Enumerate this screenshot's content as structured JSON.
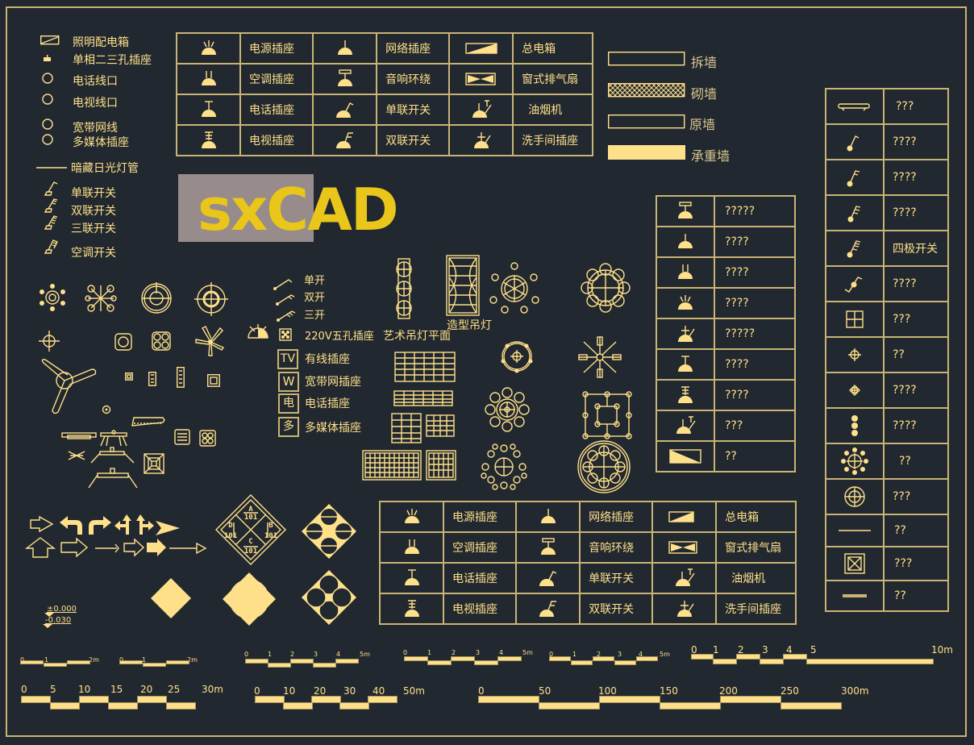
{
  "logo": {
    "text": "sxCAD",
    "color": "#eac51a",
    "highlight_color": "#978b8b"
  },
  "colors": {
    "background": "#212830",
    "line": "#ffe08a",
    "border": "#c9b474"
  },
  "left_legend": [
    {
      "icon": "distribution-box-icon",
      "label": "照明配电箱"
    },
    {
      "icon": "single-phase-socket-icon",
      "label": "单相二三孔插座"
    },
    {
      "icon": "circle-icon",
      "label": "电话线口"
    },
    {
      "icon": "circle-icon",
      "label": "电视线口"
    },
    {
      "icon": "circle-icon",
      "label": "宽带网线"
    },
    {
      "icon": "circle-icon",
      "label": "多媒体插座"
    },
    {
      "icon": "line-icon",
      "label": "暗藏日光灯管"
    },
    {
      "icon": "switch-single-icon",
      "label": "单联开关"
    },
    {
      "icon": "switch-double-icon",
      "label": "双联开关"
    },
    {
      "icon": "switch-triple-icon",
      "label": "三联开关"
    },
    {
      "icon": "switch-ac-icon",
      "label": "空调开关"
    }
  ],
  "top_table": {
    "rows": [
      [
        {
          "icon": "power-socket-icon",
          "label": "电源插座"
        },
        {
          "icon": "network-socket-icon",
          "label": "网络插座"
        },
        {
          "icon": "main-box-icon",
          "label": "总电箱"
        }
      ],
      [
        {
          "icon": "ac-socket-icon",
          "label": "空调插座"
        },
        {
          "icon": "speaker-icon",
          "label": "音响环绕"
        },
        {
          "icon": "exhaust-fan-icon",
          "label": "窗式排气扇"
        }
      ],
      [
        {
          "icon": "phone-socket-icon",
          "label": "电话插座"
        },
        {
          "icon": "single-switch-icon",
          "label": "单联开关"
        },
        {
          "icon": "range-hood-icon",
          "label": "油烟机"
        }
      ],
      [
        {
          "icon": "tv-socket-icon",
          "label": "电视插座"
        },
        {
          "icon": "double-switch-icon",
          "label": "双联开关"
        },
        {
          "icon": "bathroom-socket-icon",
          "label": "洗手间插座"
        }
      ]
    ]
  },
  "bottom_table": {
    "rows": [
      [
        {
          "icon": "power-socket-icon",
          "label": "电源插座"
        },
        {
          "icon": "network-socket-icon",
          "label": "网络插座"
        },
        {
          "icon": "main-box-icon",
          "label": "总电箱"
        }
      ],
      [
        {
          "icon": "ac-socket-icon",
          "label": "空调插座"
        },
        {
          "icon": "speaker-icon",
          "label": "音响环绕"
        },
        {
          "icon": "exhaust-fan-icon",
          "label": "窗式排气扇"
        }
      ],
      [
        {
          "icon": "phone-socket-icon",
          "label": "电话插座"
        },
        {
          "icon": "single-switch-icon",
          "label": "单联开关"
        },
        {
          "icon": "range-hood-icon",
          "label": "油烟机"
        }
      ],
      [
        {
          "icon": "tv-socket-icon",
          "label": "电视插座"
        },
        {
          "icon": "double-switch-icon",
          "label": "双联开关"
        },
        {
          "icon": "bathroom-socket-icon",
          "label": "洗手间插座"
        }
      ]
    ]
  },
  "wall_legend": [
    {
      "type": "outline",
      "label": "拆墙"
    },
    {
      "type": "hatched",
      "label": "砌墙"
    },
    {
      "type": "outline",
      "label": "原墙"
    },
    {
      "type": "solid",
      "label": "承重墙"
    }
  ],
  "mid_table": [
    {
      "icon": "speaker-icon",
      "label": "?????"
    },
    {
      "icon": "network-socket-icon",
      "label": "????"
    },
    {
      "icon": "ac-socket-icon",
      "label": "????"
    },
    {
      "icon": "power-socket-icon",
      "label": "????"
    },
    {
      "icon": "bathroom-socket-icon",
      "label": "?????"
    },
    {
      "icon": "phone-socket-icon",
      "label": "????"
    },
    {
      "icon": "tv-socket-icon",
      "label": "????"
    },
    {
      "icon": "range-hood-icon",
      "label": "???"
    },
    {
      "icon": "main-box-icon",
      "label": "??"
    }
  ],
  "right_table": [
    {
      "icon": "fluorescent-icon",
      "label": "???"
    },
    {
      "icon": "switch-1-icon",
      "label": "????"
    },
    {
      "icon": "switch-2-icon",
      "label": "????"
    },
    {
      "icon": "switch-3-icon",
      "label": "????"
    },
    {
      "icon": "switch-4-icon",
      "label": "四极开关"
    },
    {
      "icon": "switch-2way-icon",
      "label": "????"
    },
    {
      "icon": "grid-light-icon",
      "label": "???"
    },
    {
      "icon": "downlight-icon",
      "label": "??"
    },
    {
      "icon": "spotlight-icon",
      "label": "????"
    },
    {
      "icon": "chain-light-icon",
      "label": "????"
    },
    {
      "icon": "chandelier-icon",
      "label": "??"
    },
    {
      "icon": "ceiling-light-icon",
      "label": "???"
    },
    {
      "icon": "line-light-icon",
      "label": "??"
    },
    {
      "icon": "vent-icon",
      "label": "???"
    },
    {
      "icon": "strip-light-icon",
      "label": "??"
    }
  ],
  "switch_labels": [
    "单开",
    "双开",
    "三开"
  ],
  "socket_labels": {
    "five_hole": "220V五孔插座",
    "art_chandelier": "艺术吊灯平面",
    "shaped_chandelier": "造型吊灯",
    "tv": {
      "badge": "TV",
      "label": "有线插座"
    },
    "broadband": {
      "badge": "W",
      "label": "宽带网插座"
    },
    "phone": {
      "badge": "电",
      "label": "电话插座"
    },
    "multimedia": {
      "badge": "多",
      "label": "多媒体插座"
    }
  },
  "elevations": [
    "±0.000",
    "-0.030"
  ],
  "index_symbols": {
    "diamond1": {
      "A": "A",
      "B": "B",
      "C": "C",
      "D": "D",
      "num": "101"
    },
    "circle_abcd": [
      "A",
      "B",
      "C",
      "D"
    ]
  },
  "scale_bars": [
    {
      "labels": [
        "0",
        "1",
        "2m"
      ],
      "unit": "2m"
    },
    {
      "labels": [
        "0",
        "1",
        "2m"
      ],
      "unit": "2m"
    },
    {
      "labels": [
        "0",
        "1",
        "2",
        "3",
        "4",
        "5m"
      ]
    },
    {
      "labels": [
        "0",
        "1",
        "2",
        "3",
        "4",
        "5m"
      ]
    },
    {
      "labels": [
        "0",
        "1",
        "2",
        "3",
        "4",
        "5m"
      ]
    },
    {
      "labels": [
        "0",
        "1",
        "2",
        "3",
        "4",
        "5",
        "10m"
      ]
    },
    {
      "labels": [
        "0",
        "5",
        "10",
        "15",
        "20",
        "25",
        "30m"
      ]
    },
    {
      "labels": [
        "0",
        "10",
        "20",
        "30",
        "40",
        "50m"
      ]
    },
    {
      "labels": [
        "0",
        "50",
        "100",
        "150",
        "200",
        "250",
        "300m"
      ]
    }
  ]
}
